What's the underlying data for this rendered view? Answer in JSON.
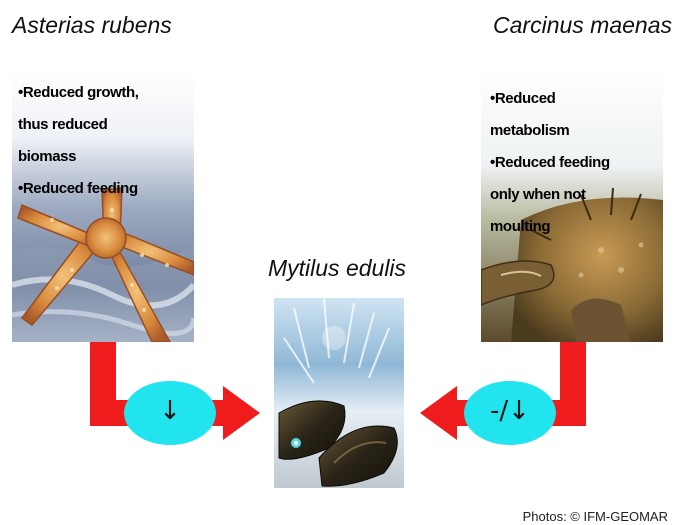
{
  "colors": {
    "arrow_red": "#ee1c1c",
    "ellipse_cyan": "#22e4ee",
    "text": "#000000"
  },
  "predators": [
    {
      "name": "Asterias rubens",
      "photo_icon": "starfish-photo",
      "effects": [
        "•Reduced growth,",
        "thus reduced",
        "biomass",
        "•Reduced feeding"
      ]
    },
    {
      "name": "Carcinus maenas",
      "photo_icon": "crab-photo",
      "effects": [
        "•Reduced",
        "metabolism",
        "•Reduced feeding",
        "only when not",
        "moulting"
      ]
    }
  ],
  "prey": {
    "name": "Mytilus edulis",
    "photo_icon": "mussel-photo"
  },
  "interactions": [
    {
      "from": "Asterias rubens",
      "to": "Mytilus edulis",
      "label": "↓"
    },
    {
      "from": "Carcinus maenas",
      "to": "Mytilus edulis",
      "label": "-/↓"
    }
  ],
  "credit": "Photos: © IFM-GEOMAR"
}
